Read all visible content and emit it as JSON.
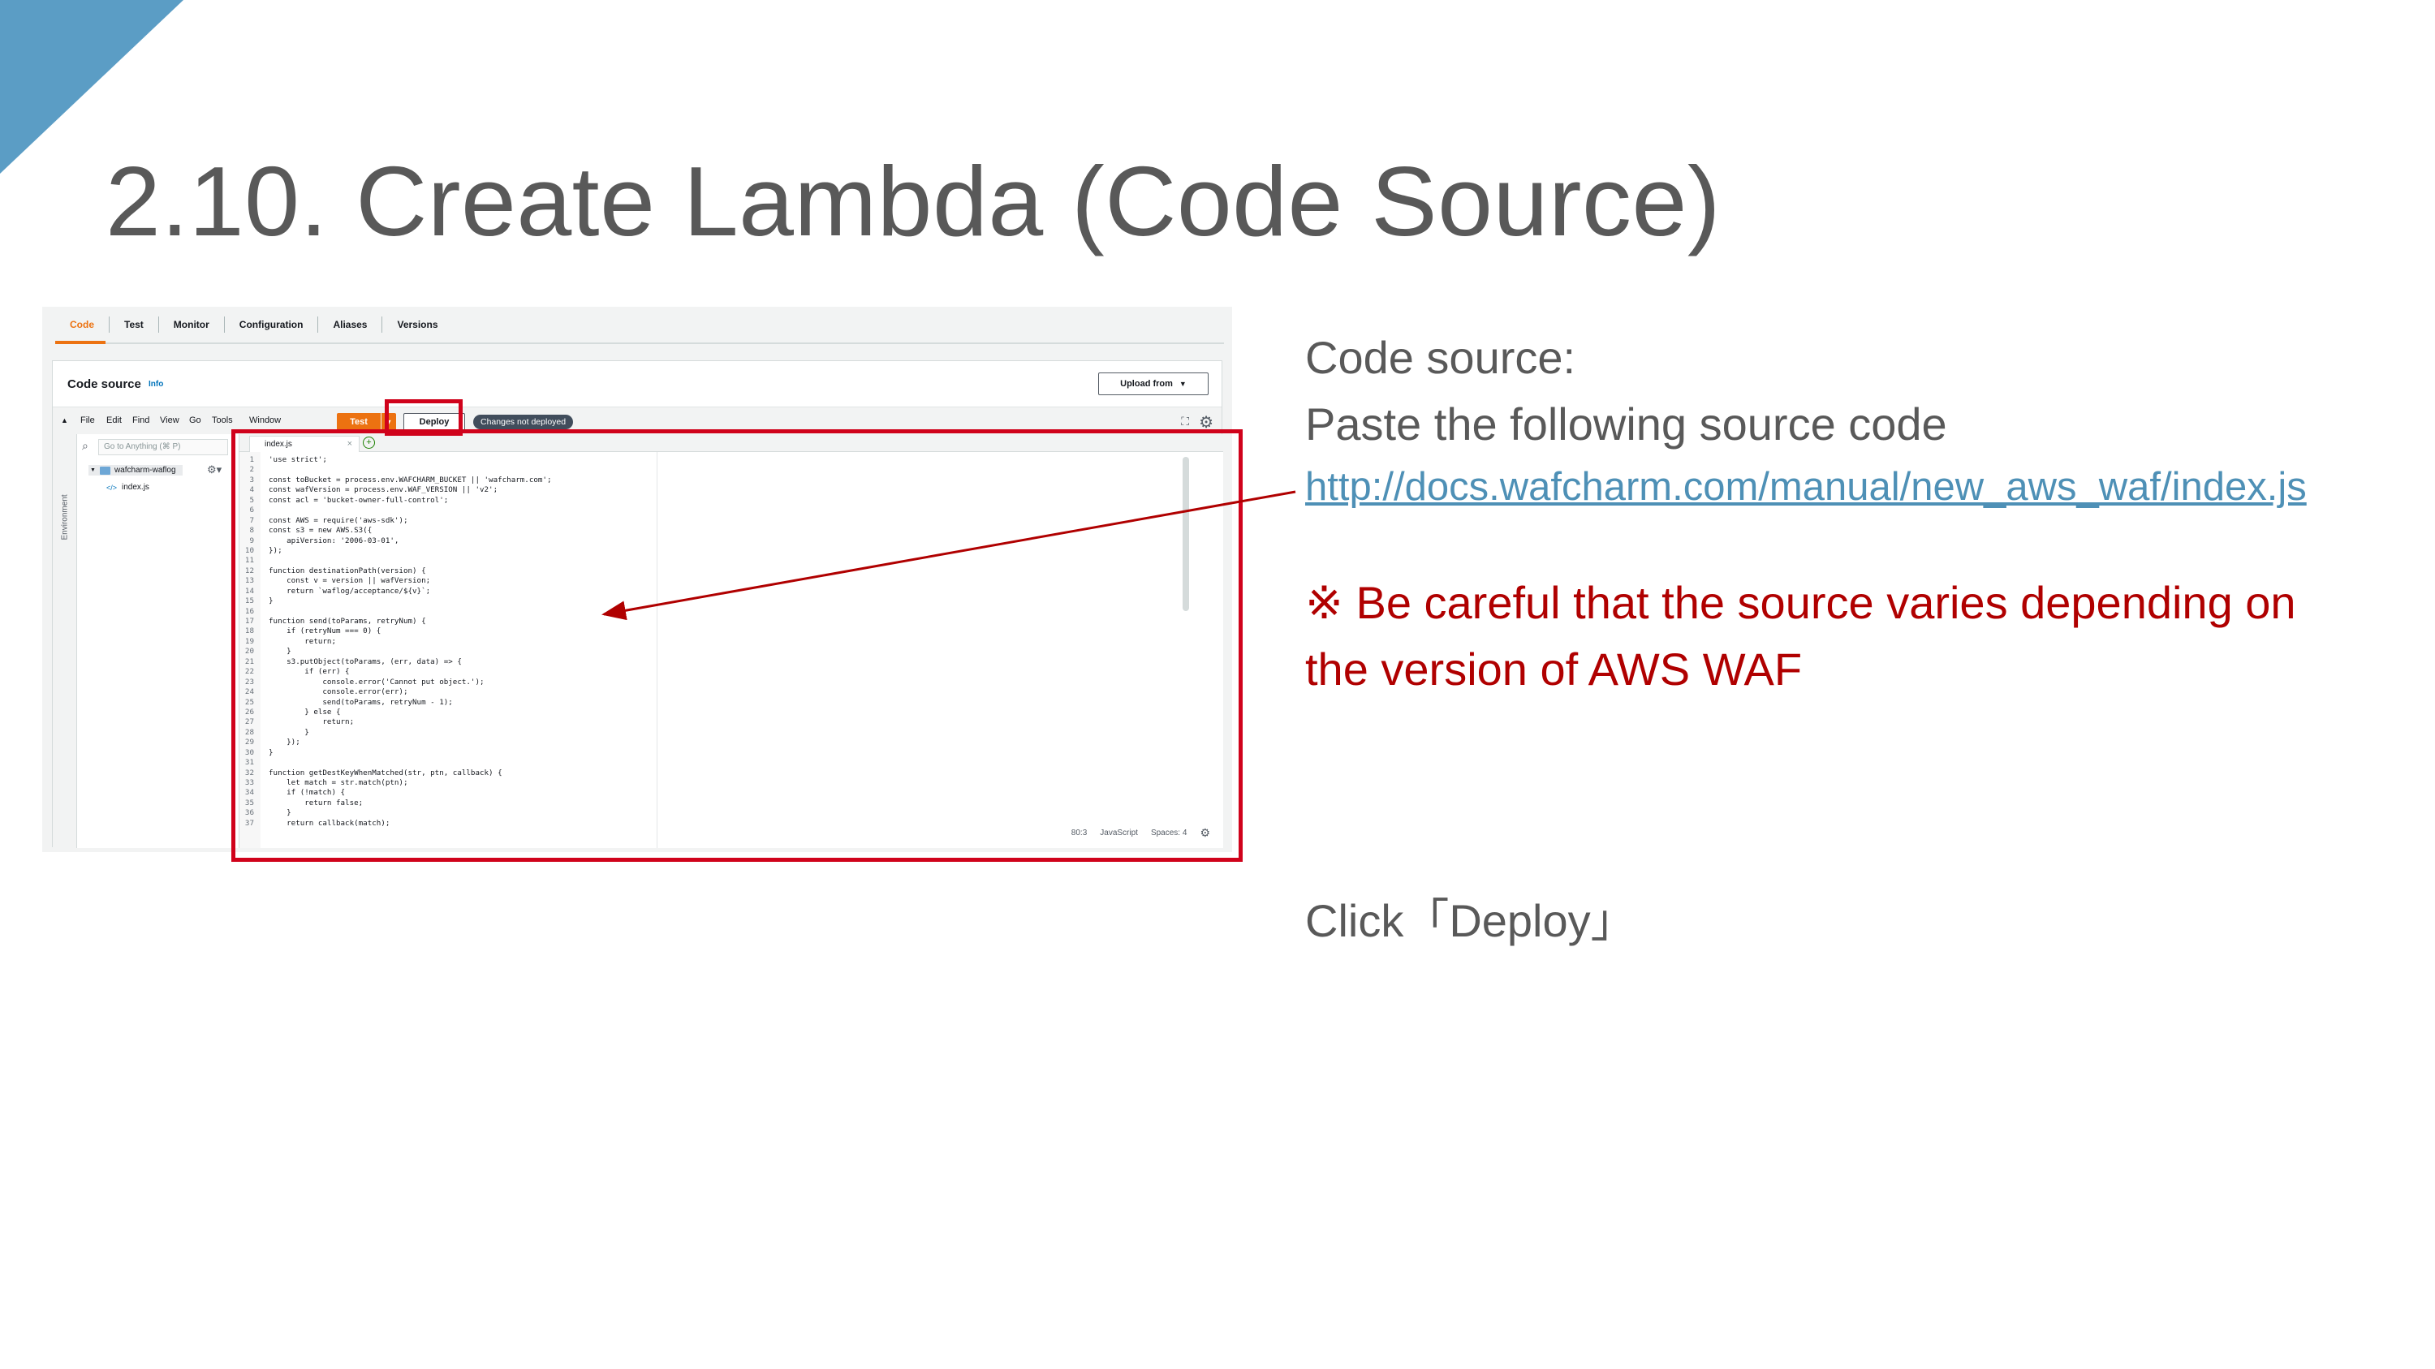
{
  "slide": {
    "title": "2.10. Create Lambda (Code Source)",
    "accent_color": "#5b9dc5"
  },
  "console": {
    "tabs": [
      "Code",
      "Test",
      "Monitor",
      "Configuration",
      "Aliases",
      "Versions"
    ],
    "active_tab": "Code",
    "code_source_title": "Code source",
    "info_link": "Info",
    "upload_button": "Upload from",
    "menu": [
      "File",
      "Edit",
      "Find",
      "View",
      "Go",
      "Tools",
      "Window"
    ],
    "test_button": "Test",
    "deploy_button": "Deploy",
    "changes_badge": "Changes not deployed",
    "goto_placeholder": "Go to Anything (⌘ P)",
    "environment_label": "Environment",
    "folder_name": "wafcharm-waflog",
    "file_name": "index.js",
    "editor_tab": "index.js",
    "status": {
      "position": "80:3",
      "language": "JavaScript",
      "spaces": "Spaces: 4"
    },
    "code_lines": [
      "'use strict';",
      "",
      "const toBucket = process.env.WAFCHARM_BUCKET || 'wafcharm.com';",
      "const wafVersion = process.env.WAF_VERSION || 'v2';",
      "const acl = 'bucket-owner-full-control';",
      "",
      "const AWS = require('aws-sdk');",
      "const s3 = new AWS.S3({",
      "    apiVersion: '2006-03-01',",
      "});",
      "",
      "function destinationPath(version) {",
      "    const v = version || wafVersion;",
      "    return `waflog/acceptance/${v}`;",
      "}",
      "",
      "function send(toParams, retryNum) {",
      "    if (retryNum === 0) {",
      "        return;",
      "    }",
      "    s3.putObject(toParams, (err, data) => {",
      "        if (err) {",
      "            console.error('Cannot put object.');",
      "            console.error(err);",
      "            send(toParams, retryNum - 1);",
      "        } else {",
      "            return;",
      "        }",
      "    });",
      "}",
      "",
      "function getDestKeyWhenMatched(str, ptn, callback) {",
      "    let match = str.match(ptn);",
      "    if (!match) {",
      "        return false;",
      "    }",
      "    return callback(match);"
    ]
  },
  "notes": {
    "code_source_label": "Code source:",
    "paste_instruction": "Paste the following source code",
    "source_url": "http://docs.wafcharm.com/manual/new_aws_waf/index.js",
    "warning_line1": "※ Be careful that the source varies depending on",
    "warning_line2": "the version of AWS WAF",
    "click_instruction": "Click「Deploy」"
  },
  "colors": {
    "highlight": "#d0021b",
    "warning": "#b00000",
    "link": "#4e90b6",
    "aws_orange": "#ec7211"
  }
}
